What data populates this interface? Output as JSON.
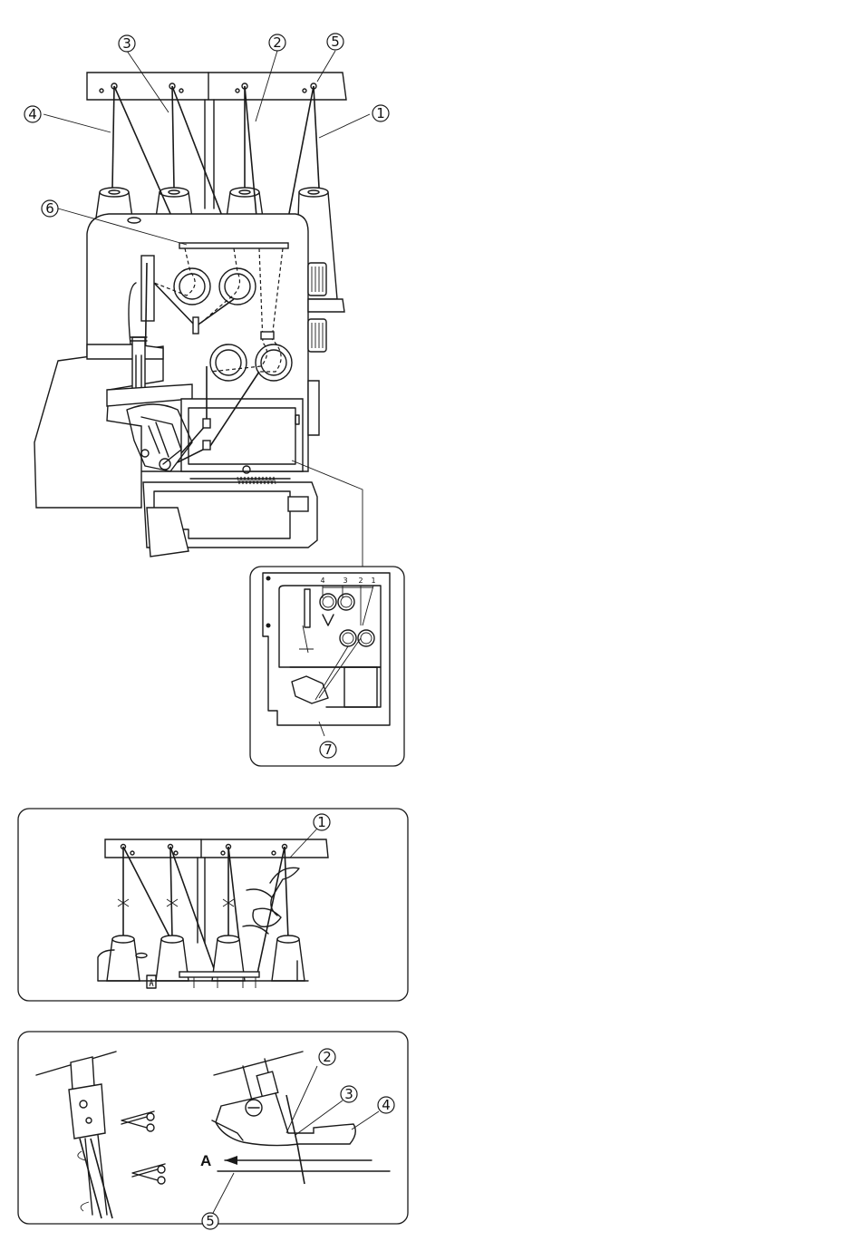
{
  "figure1": {
    "callouts": [
      "1",
      "2",
      "3",
      "4",
      "5",
      "6",
      "7"
    ],
    "inset_numbers": [
      "4",
      "3",
      "2",
      "1"
    ]
  },
  "figure2": {
    "callouts": [
      "1"
    ]
  },
  "figure3": {
    "callouts": [
      "2",
      "3",
      "4",
      "5"
    ],
    "arrow_label": "A"
  }
}
